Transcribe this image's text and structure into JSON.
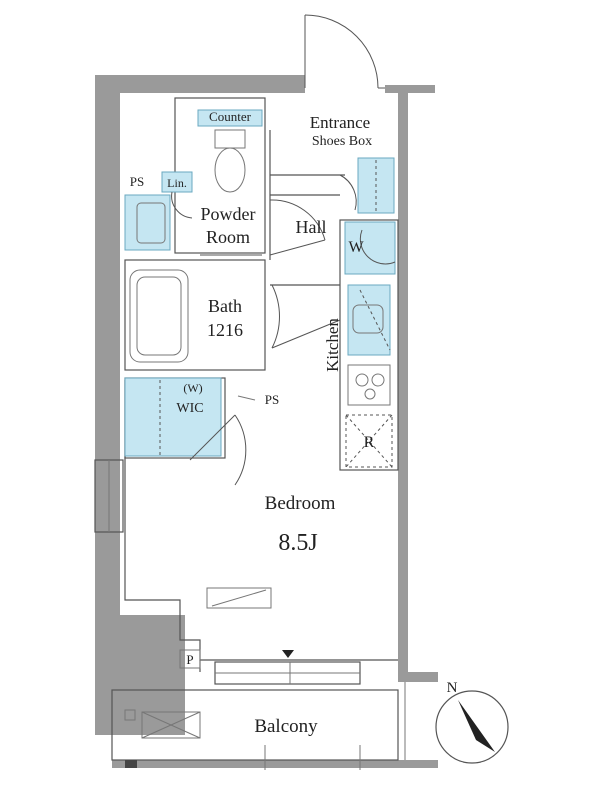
{
  "rooms": {
    "entrance": "Entrance",
    "shoes_box": "Shoes Box",
    "counter": "Counter",
    "ps_top": "PS",
    "lin": "Lin.",
    "powder_line1": "Powder",
    "powder_line2": "Room",
    "hall": "Hall",
    "washer": "W",
    "bath_line1": "Bath",
    "bath_line2": "1216",
    "kitchen": "Kitchen",
    "wic_w": "(W)",
    "wic": "WIC",
    "ps_mid": "PS",
    "fridge": "R",
    "bedroom": "Bedroom",
    "bedroom_size": "8.5J",
    "p": "P",
    "balcony": "Balcony"
  },
  "compass": {
    "label": "N"
  },
  "colors": {
    "wall": "#9a9a9a",
    "fixture": "#c5e6f2",
    "line": "#555555"
  }
}
